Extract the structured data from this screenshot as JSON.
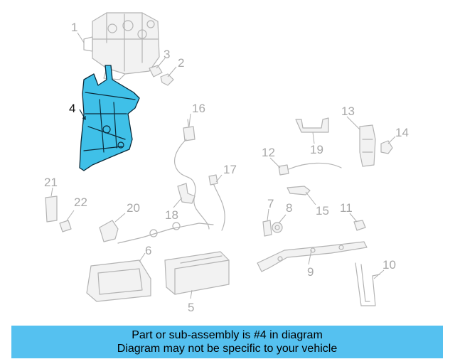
{
  "diagram": {
    "highlight_color": "#3fc0e8",
    "callouts": [
      "1",
      "2",
      "3",
      "4",
      "5",
      "6",
      "7",
      "8",
      "9",
      "10",
      "11",
      "12",
      "13",
      "14",
      "15",
      "16",
      "17",
      "18",
      "19",
      "20",
      "21",
      "22"
    ],
    "highlighted_callout": "4"
  },
  "banner": {
    "line1": "Part or sub-assembly is #4 in diagram",
    "line2": "Diagram may not be specific to your vehicle",
    "background": "#55c1f0"
  }
}
